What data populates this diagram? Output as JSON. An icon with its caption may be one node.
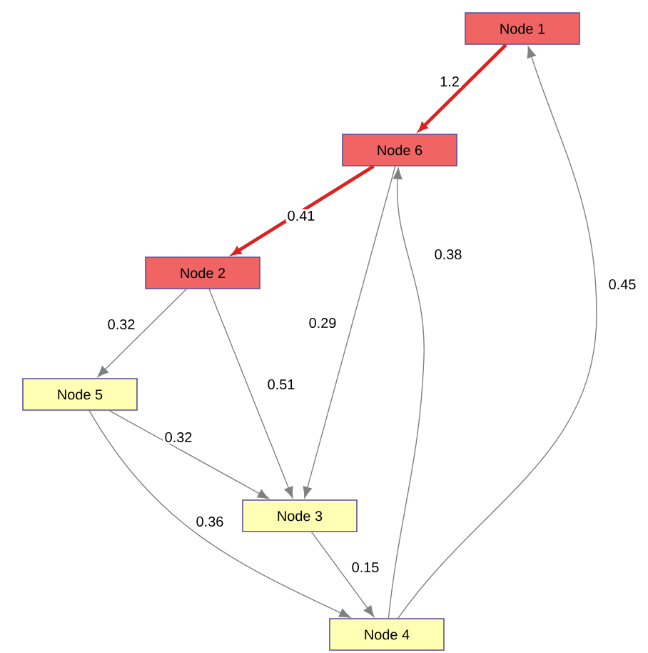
{
  "diagram": {
    "nodes": [
      {
        "text": [
          "Node 1"
        ]
      },
      {
        "text": [
          "Node 6"
        ]
      },
      {
        "text": [
          "Node 2"
        ]
      },
      {
        "text": [
          "Node 5"
        ]
      },
      {
        "text": [
          "Node 3"
        ]
      },
      {
        "text": [
          "Node 4"
        ]
      }
    ],
    "edges": [
      {
        "from": 0,
        "to": 1,
        "arrow": "to",
        "label": "1.2",
        "style": "thick",
        "color": "#dd2222"
      },
      {
        "from": 1,
        "to": 2,
        "arrow": "to",
        "label": "0.41",
        "style": "thick",
        "color": "#dd2222"
      },
      {
        "from": 2,
        "to": 3,
        "arrow": "to",
        "label": "0.32"
      },
      {
        "from": 2,
        "to": 4,
        "arrow": "to",
        "label": "0.51"
      },
      {
        "from": 1,
        "to": 4,
        "arrow": "to",
        "label": "0.29"
      },
      {
        "from": 3,
        "to": 4,
        "arrow": "to",
        "label": "0.32"
      },
      {
        "from": 3,
        "to": 5,
        "arrow": "to",
        "label": "0.36"
      },
      {
        "from": 4,
        "to": 5,
        "arrow": "to",
        "label": "0.15"
      },
      {
        "from": 5,
        "to": 1,
        "arrow": "to",
        "label": "0.38"
      },
      {
        "from": 5,
        "to": 0,
        "arrow": "to",
        "label": "0.45"
      }
    ]
  }
}
